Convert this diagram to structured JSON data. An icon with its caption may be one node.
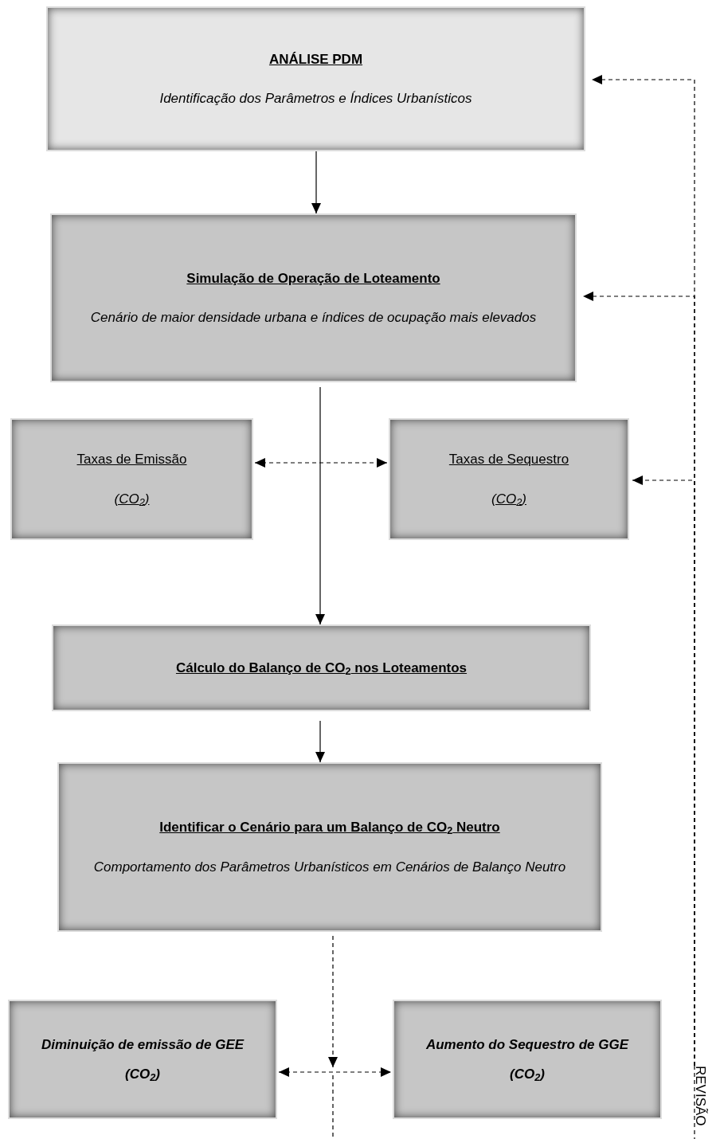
{
  "diagram": {
    "nodes": [
      {
        "text": [
          "ANÁLISE PDM",
          "Identificação dos Parâmetros e Índices Urbanísticos"
        ]
      },
      {
        "text": [
          "Simulação de Operação de Loteamento",
          "Cenário de maior densidade urbana e índices de ocupação mais elevados"
        ]
      },
      {
        "text": [
          "Taxas de Emissão",
          "(CO$_{2}$)"
        ]
      },
      {
        "text": [
          "Taxas de Sequestro",
          "(CO$_{2}$)"
        ]
      },
      {
        "text": [
          "Cálculo do Balanço de CO$_{2}$ nos Loteamentos"
        ]
      },
      {
        "text": [
          "Identificar o Cenário para um Balanço de CO$_{2}$ Neutro",
          "Comportamento dos Parâmetros Urbanísticos em Cenários de Balanço Neutro"
        ]
      },
      {
        "text": [
          "Diminuição de emissão de GEE (CO$_{2}$)"
        ]
      },
      {
        "text": [
          "Aumento do Sequestro de GGE (CO$_{2}$)"
        ]
      },
      {
        "text": [
          "REVISÃO"
        ]
      }
    ],
    "edges": [
      {
        "from": 0,
        "to": 1,
        "arrow": "to"
      },
      {
        "from": 1,
        "to": 4,
        "arrow": "to"
      },
      {
        "from": 2,
        "to": 3,
        "arrow": "both",
        "style": "dashed"
      },
      {
        "from": 4,
        "to": 5,
        "arrow": "to"
      },
      {
        "from": 5,
        "to": null,
        "arrow": "to",
        "style": "dashed"
      },
      {
        "from": 6,
        "to": 7,
        "arrow": "both",
        "style": "dashed"
      },
      {
        "from": 8,
        "to": 0,
        "arrow": "to",
        "style": "dashed"
      },
      {
        "from": 8,
        "to": 1,
        "arrow": "to",
        "style": "dashed"
      },
      {
        "from": 8,
        "to": 3,
        "arrow": "to",
        "style": "dashed"
      }
    ]
  }
}
